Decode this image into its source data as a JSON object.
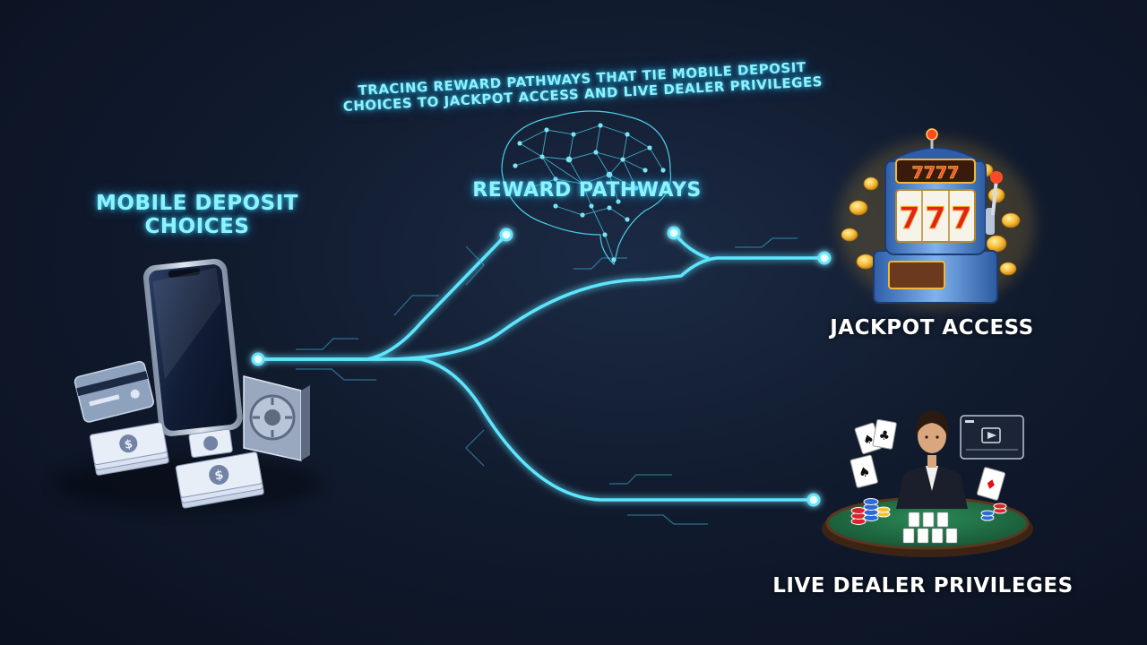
{
  "caption": {
    "line1": "TRACING REWARD PATHWAYS THAT TIE MOBILE DEPOSIT",
    "line2": "CHOICES TO JACKPOT ACCESS AND LIVE DEALER PRIVILEGES"
  },
  "nodes": {
    "mobile_deposit": {
      "line1": "MOBILE DEPOSIT",
      "line2": "CHOICES"
    },
    "reward_pathways": {
      "label": "REWARD PATHWAYS"
    },
    "jackpot_access": {
      "label": "JACKPOT ACCESS",
      "reel_symbols": [
        "7",
        "7",
        "7"
      ],
      "top_symbols": "7777"
    },
    "live_dealer": {
      "label": "LIVE DEALER PRIVILEGES"
    }
  },
  "colors": {
    "background": "#111b2e",
    "glow_cyan": "#5fe6ff",
    "label_cyan": "#8ff3ff",
    "gold": "#f5b731",
    "felt_green": "#1e6b43"
  },
  "icons": [
    "smartphone-icon",
    "credit-card-icon",
    "cash-stack-icon",
    "vault-icon",
    "brain-network-icon",
    "slot-machine-icon",
    "coin-icon",
    "dealer-icon",
    "playing-card-icon",
    "poker-chip-icon",
    "video-stream-icon"
  ]
}
